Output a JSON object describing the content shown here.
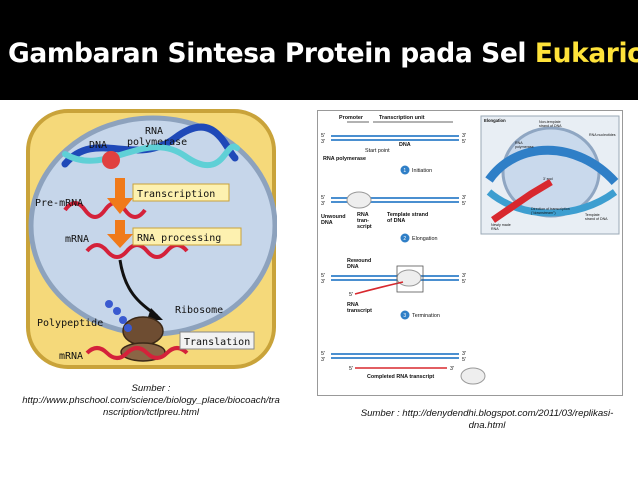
{
  "slide": {
    "title_lead": "Gambaran Sintesa Protein pada Sel ",
    "title_highlight": "Eukariot",
    "title_color": "#ffffff",
    "highlight_color": "#ffe33a",
    "background": "#000000"
  },
  "left_figure": {
    "labels": {
      "rna_polymerase_line1": "RNA",
      "rna_polymerase_line2": "polymerase",
      "dna": "DNA",
      "pre_mrna": "Pre-mRNA",
      "mrna_nucleus": "mRNA",
      "transcription": "Transcription",
      "rna_processing": "RNA processing",
      "ribosome": "Ribosome",
      "polypeptide": "Polypeptide",
      "translation": "Translation",
      "mrna_cytoplasm": "mRNA"
    },
    "source_line1": "Sumber :",
    "source_line2": "http://www.phschool.com/science/biology_place/biocoach/tra",
    "source_line3": "nscription/tctlpreu.html"
  },
  "right_figure": {
    "labels": {
      "promoter": "Promoter",
      "transcription_unit": "Transcription unit",
      "five_prime": "5'",
      "three_prime": "3'",
      "start_point": "Start point",
      "dna": "DNA",
      "rna_polymerase": "RNA polymerase",
      "initiation": "Initiation",
      "unwound_dna_line1": "Unwound",
      "unwound_dna_line2": "DNA",
      "rna_transcript_line1": "RNA",
      "rna_transcript_line2": "tran-",
      "rna_transcript_line3": "script",
      "template_strand_line1": "Template strand",
      "template_strand_line2": "of DNA",
      "elongation": "Elongation",
      "rewound_dna_line1": "Rewound",
      "rewound_dna_line2": "DNA",
      "rna_transcript_b_line1": "RNA",
      "rna_transcript_b_line2": "transcript",
      "termination": "Termination",
      "completed_rna": "Completed RNA transcript",
      "step1": "1",
      "step2": "2",
      "step3": "3"
    },
    "inset_labels": {
      "elongation": "Elongation",
      "non_template_line1": "Non-template",
      "non_template_line2": "strand of DNA",
      "rna_nucleotides": "RNA nucleotides",
      "rna_polymerase_line1": "RNA",
      "rna_polymerase_line2": "polymerase",
      "three_end": "3' end",
      "direction_line1": "Direction of transcription",
      "direction_line2": "(\"downstream\")",
      "template_strand_line1": "Template",
      "template_strand_line2": "strand of DNA",
      "newly_made_line1": "Newly made",
      "newly_made_line2": "RNA"
    },
    "source_line1": "Sumber : http://denydendhi.blogspot.com/2011/03/replikasi-",
    "source_line2": "dna.html"
  }
}
